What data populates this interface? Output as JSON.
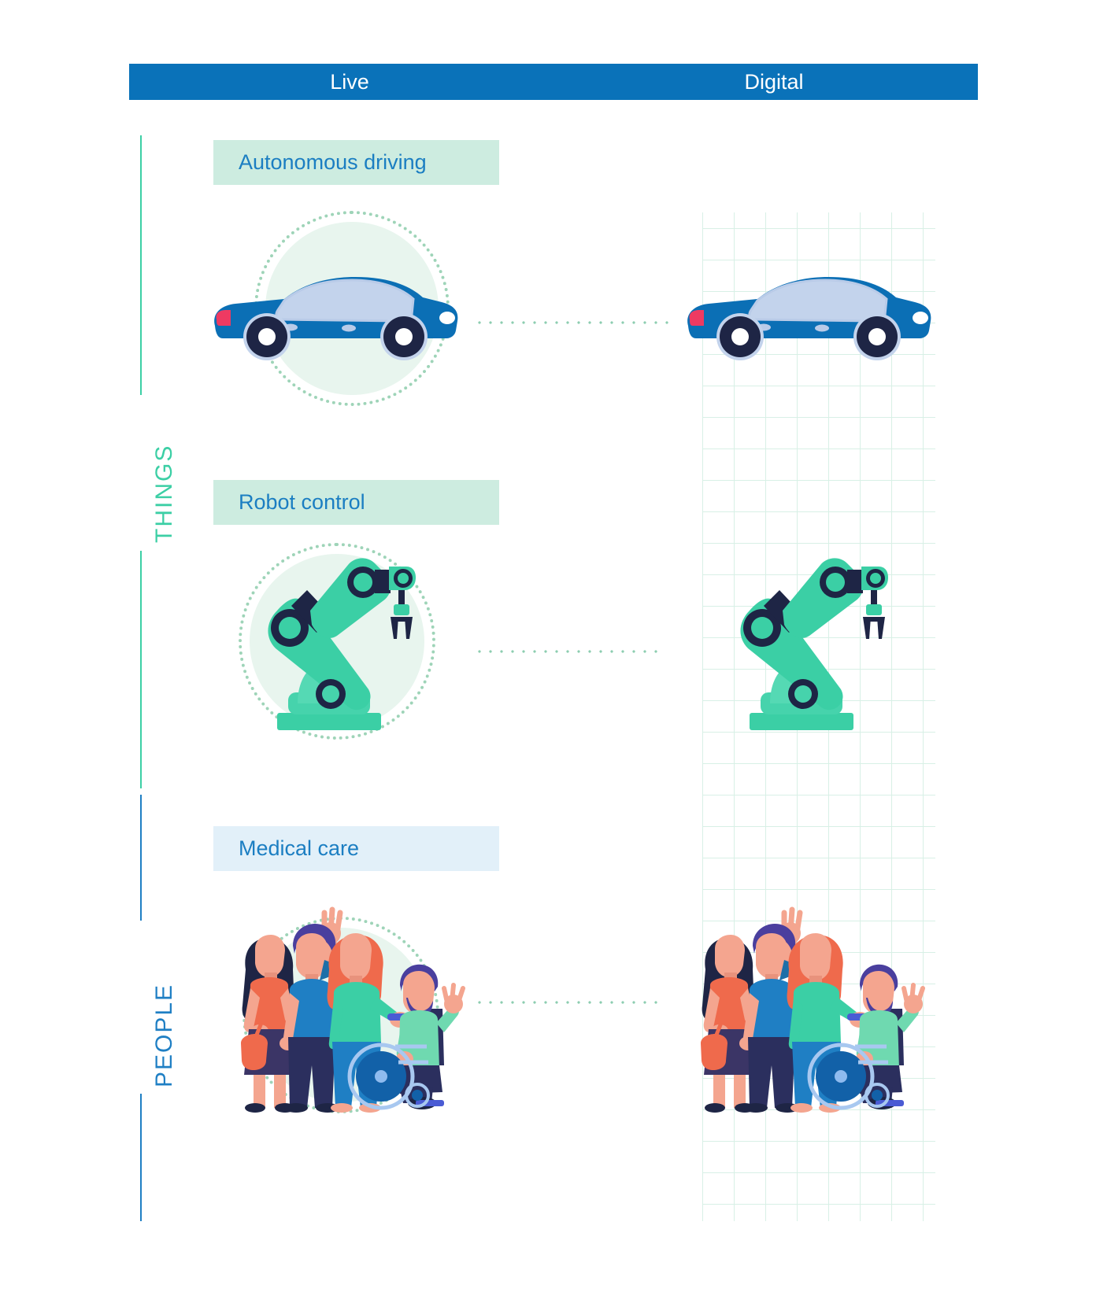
{
  "header": {
    "columns": [
      {
        "label": "Live",
        "key": "live"
      },
      {
        "label": "Digital",
        "key": "digital"
      }
    ],
    "bar_color": "#0a72b9",
    "text_color": "#ffffff"
  },
  "axes": [
    {
      "label": "THINGS",
      "color": "#3ccfa5"
    },
    {
      "label": "PEOPLE",
      "color": "#1f7fc4"
    }
  ],
  "rows": [
    {
      "label": "Autonomous driving",
      "label_bg": "#cdece0",
      "label_color": "#1b7ec2",
      "category": "THINGS",
      "icon_live": "car-icon",
      "icon_digital": "car-icon",
      "connector": "dotted-link"
    },
    {
      "label": "Robot control",
      "label_bg": "#cdece0",
      "label_color": "#1b7ec2",
      "category": "THINGS",
      "icon_live": "robot-arm-icon",
      "icon_digital": "robot-arm-icon",
      "connector": "dotted-link"
    },
    {
      "label": "Medical care",
      "label_bg": "#e2f0f9",
      "label_color": "#1b7ec2",
      "category": "PEOPLE",
      "icon_live": "people-group-wheelchair-icon",
      "icon_digital": "people-group-wheelchair-icon",
      "connector": "dotted-link"
    }
  ],
  "palette": {
    "brand_blue": "#0a72b9",
    "car_blue": "#0b6fb5",
    "car_glass": "#b9cbe8",
    "car_tire": "#1e2545",
    "taillight_red": "#ee3a62",
    "robot_teal": "#3bcfa5",
    "robot_teal_light": "#55d9b4",
    "robot_dark": "#1e2545",
    "halo_fill": "#e8f5ee",
    "halo_dots": "#9ed4b8",
    "grid_line": "#d8f0e6",
    "skin": "#f4a58f",
    "hair_dark": "#1e2545",
    "hair_purple": "#4a3f9e",
    "shirt_orange": "#ef6a4c",
    "shirt_blue": "#1f7fc4",
    "shirt_green": "#3bcfa5",
    "hair_orange": "#ef6a4c",
    "pants_navy": "#2b2f5e",
    "wheel_blue": "#1261a8"
  }
}
